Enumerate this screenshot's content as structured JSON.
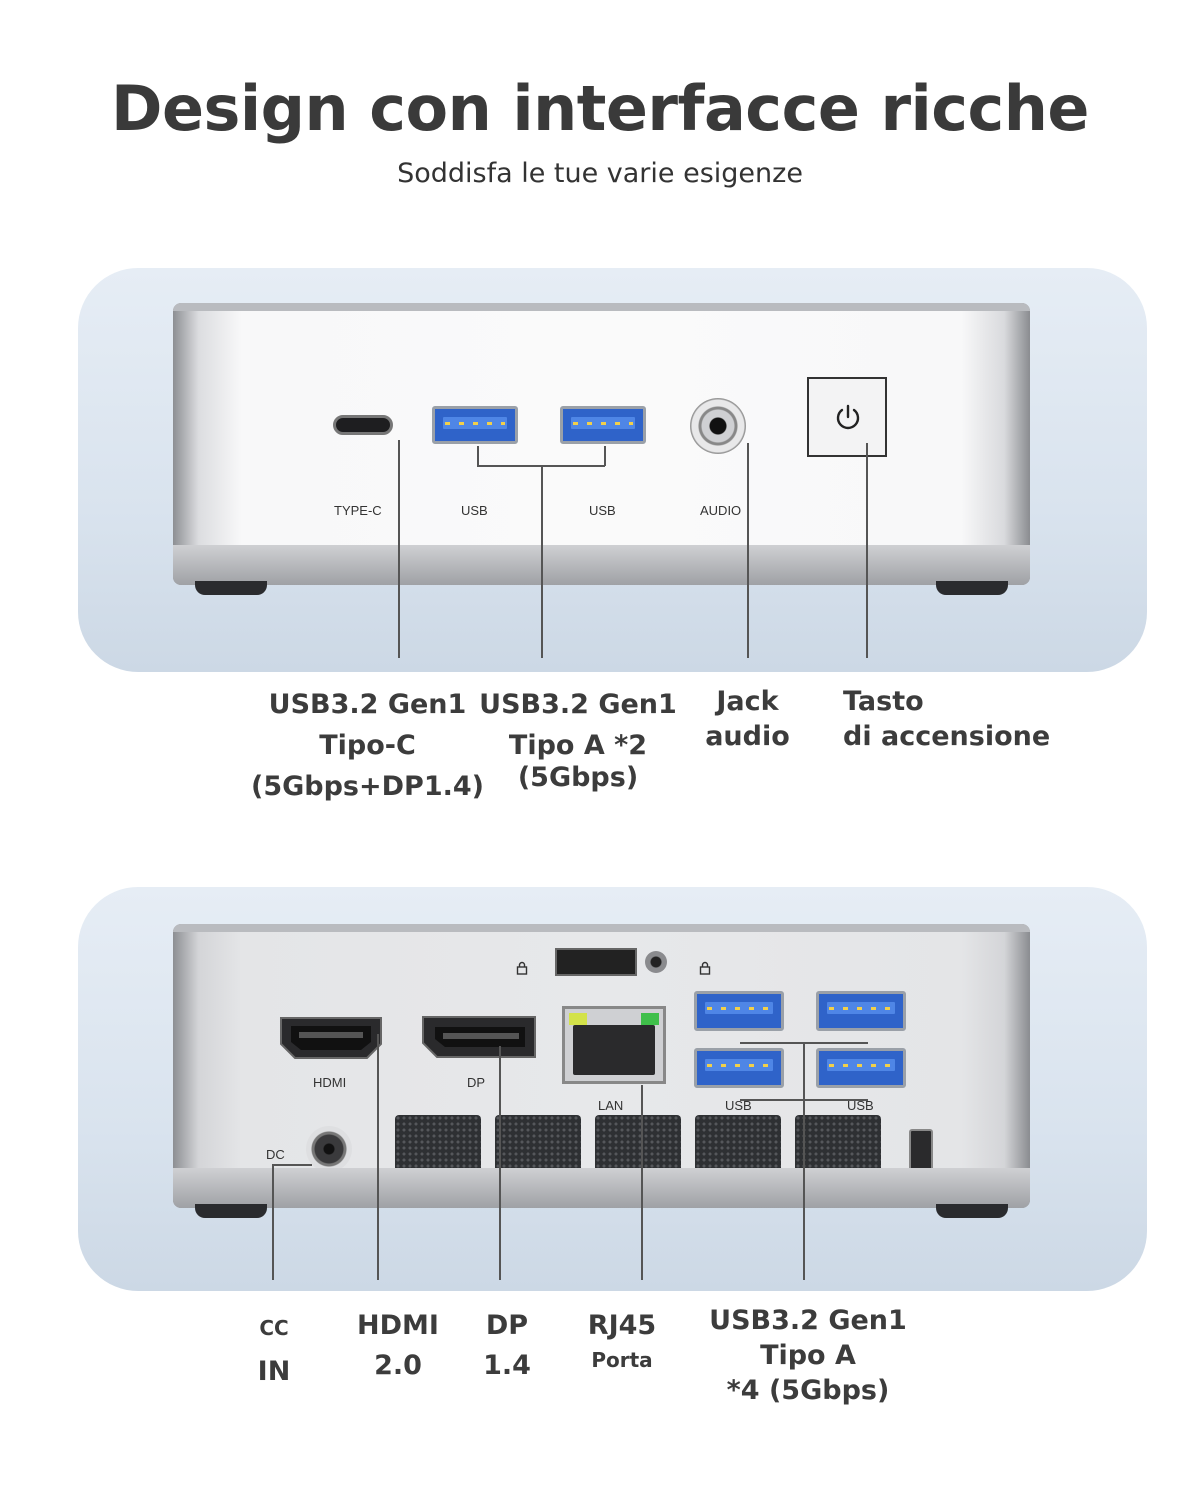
{
  "header": {
    "title": "Design con interfacce ricche",
    "subtitle": "Soddisfa le tue varie esigenze"
  },
  "front_panel": {
    "port_labels": [
      "TYPE-C",
      "USB",
      "USB",
      "AUDIO"
    ],
    "callouts": [
      {
        "lines": [
          "USB3.2 Gen1",
          "Tipo-C",
          "(5Gbps+DP1.4)"
        ]
      },
      {
        "lines": [
          "USB3.2 Gen1",
          "Tipo A *2",
          "(5Gbps)"
        ]
      },
      {
        "lines": [
          "Jack",
          "audio"
        ]
      },
      {
        "lines": [
          "Tasto",
          "di accensione"
        ]
      }
    ]
  },
  "rear_panel": {
    "port_labels": [
      "HDMI",
      "DP",
      "LAN",
      "USB",
      "USB",
      "DC"
    ],
    "callouts": [
      {
        "lines": [
          "CC",
          "IN"
        ]
      },
      {
        "lines": [
          "HDMI",
          "2.0"
        ]
      },
      {
        "lines": [
          "DP",
          "1.4"
        ]
      },
      {
        "lines": [
          "RJ45",
          "Porta"
        ]
      },
      {
        "lines": [
          "USB3.2 Gen1",
          "Tipo A",
          "*4 (5Gbps)"
        ]
      }
    ]
  },
  "icons": [
    "power-icon",
    "lock-icon",
    "usb-a-port",
    "usb-c-port",
    "audio-jack",
    "hdmi-port",
    "displayport",
    "rj45-port",
    "dc-jack"
  ],
  "colors": {
    "usb_blue": "#2f63c9",
    "title": "#3a3a3a",
    "panel_bg": "#dce5ef"
  }
}
